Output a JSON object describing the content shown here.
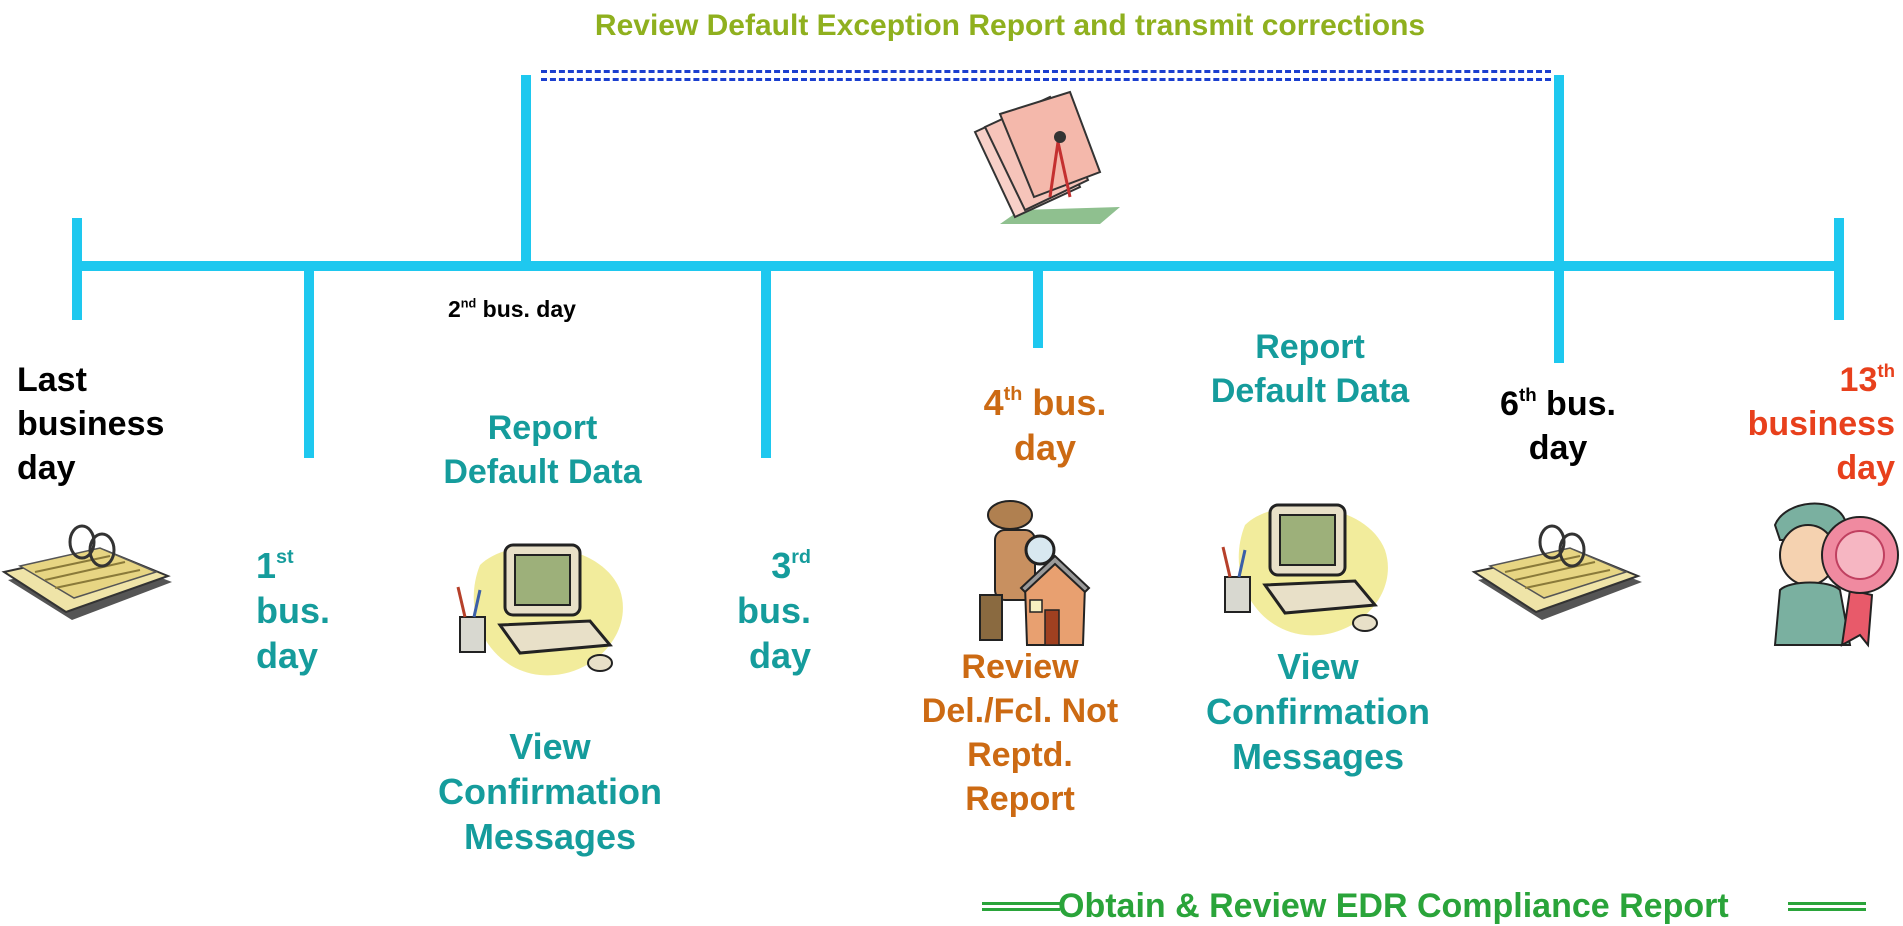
{
  "top_title": "Review Default Exception Report and transmit corrections",
  "bottom_title": "Obtain & Review EDR Compliance Report",
  "milestones": {
    "last": {
      "line1": "Last",
      "line2": "business",
      "line3": "day"
    },
    "first": {
      "num": "1",
      "sup": "st",
      "line2": "bus.",
      "line3": "day"
    },
    "second": {
      "num": "2",
      "sup": "nd",
      "rest": " bus. day"
    },
    "third": {
      "num": "3",
      "sup": "rd",
      "line2": "bus.",
      "line3": "day"
    },
    "fourth": {
      "num": "4",
      "sup": "th",
      "rest": " bus.",
      "line2": "day"
    },
    "sixth": {
      "num": "6",
      "sup": "th",
      "rest": " bus.",
      "line2": "day"
    },
    "thirteenth": {
      "num": "13",
      "sup": "th",
      "line2": "business",
      "line3": "day"
    }
  },
  "tasks": {
    "report_default_1": {
      "line1": "Report",
      "line2": "Default Data"
    },
    "view_confirm_1": {
      "line1": "View",
      "line2": "Confirmation",
      "line3": "Messages"
    },
    "report_default_2": {
      "line1": "Report",
      "line2": "Default Data"
    },
    "view_confirm_2": {
      "line1": "View",
      "line2": "Confirmation",
      "line3": "Messages"
    },
    "review_del": {
      "line1": "Review",
      "line2": "Del./Fcl. Not",
      "line3": "Reptd.",
      "line4": "Report"
    }
  },
  "colors": {
    "timeline": "#1ec8ef",
    "teal": "#159c9c",
    "orange": "#cc6a13",
    "red": "#e8401c",
    "olive": "#8fb01e",
    "green": "#2aa43a",
    "dashed_bracket": "#1b3fcf"
  },
  "icons": [
    "calendar-book-icon",
    "computer-icon",
    "folders-icon",
    "detective-house-icon",
    "award-person-icon"
  ]
}
